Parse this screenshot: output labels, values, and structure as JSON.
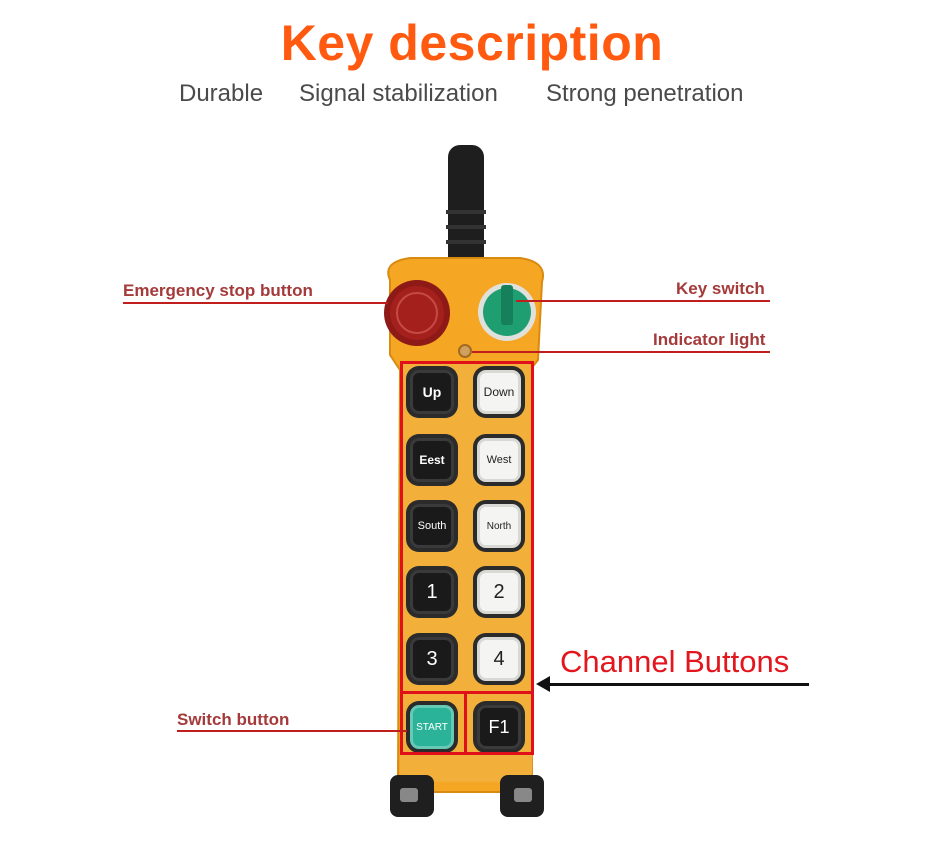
{
  "header": {
    "title": "Key description",
    "taglines": [
      "Durable",
      "Signal stabilization",
      "Strong penetration"
    ]
  },
  "callouts": {
    "emergency_stop": "Emergency stop button",
    "key_switch": "Key switch",
    "indicator_light": "Indicator light",
    "switch_button": "Switch button",
    "channel_buttons": "Channel Buttons"
  },
  "keys": {
    "up": "Up",
    "down": "Down",
    "east": "Eest",
    "west": "West",
    "south": "South",
    "north": "North",
    "k1": "1",
    "k2": "2",
    "k3": "3",
    "k4": "4",
    "start": "START",
    "f1": "F1"
  },
  "colors": {
    "title": "#ff5a0f",
    "callout_text": "#a43a3a",
    "callout_line": "#c01d1d",
    "highlight": "#e0101a",
    "body": "#f5a623",
    "emergency_stop": "#a3201c",
    "key_switch": "#1f9e72",
    "start_key": "#2bb39a"
  }
}
